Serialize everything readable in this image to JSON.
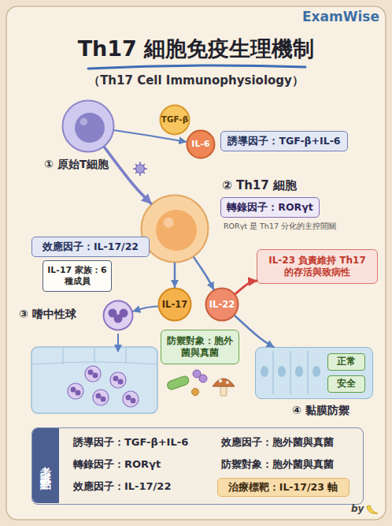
{
  "diagram": {
    "title": "Th17 細胞免疫生理機制",
    "nodes": [
      {
        "text": [
          "① 原始T細胞"
        ]
      },
      {
        "text": [
          "TGF-β"
        ]
      },
      {
        "text": [
          "IL-6"
        ]
      },
      {
        "text": [
          "誘導因子：TGF-β+IL-6"
        ]
      },
      {
        "text": [
          "② Th17 細胞"
        ]
      },
      {
        "text": [
          "轉錄因子：RORγt"
        ]
      },
      {
        "text": [
          "效應因子：IL-17/22"
        ]
      },
      {
        "text": [
          "IL-17 家族：6 種成員"
        ]
      },
      {
        "text": [
          "IL-17"
        ]
      },
      {
        "text": [
          "IL-22"
        ]
      },
      {
        "text": [
          "IL-23 負責維持 Th17 的存活與致病性"
        ]
      },
      {
        "text": [
          "③ 嗜中性球"
        ]
      },
      {
        "text": [
          "防禦對象：胞外菌與真菌"
        ]
      },
      {
        "text": [
          "④ 黏膜防禦"
        ]
      },
      {
        "text": [
          "正常"
        ],
        "in": 13
      },
      {
        "text": [
          "安全"
        ],
        "in": 13
      },
      {
        "text": [
          "考試重點",
          "誘導因子：TGF-β+IL-6",
          "轉錄因子：RORγt",
          "效應因子：IL-17/22",
          "效應因子：胞外菌與真菌",
          "防禦對象：胞外菌與真菌"
        ]
      },
      {
        "text": [
          "治療標靶：IL-17/23 軸"
        ],
        "in": 16
      }
    ],
    "edges": [
      {
        "from": 0,
        "to": 2,
        "arrow": "to"
      },
      {
        "from": 0,
        "to": 4,
        "arrow": "to"
      },
      {
        "from": 4,
        "to": 8,
        "arrow": "to"
      },
      {
        "from": 4,
        "to": 9,
        "arrow": "to"
      },
      {
        "from": 8,
        "to": 11,
        "arrow": "to"
      },
      {
        "from": 9,
        "to": 10,
        "arrow": "to"
      },
      {
        "from": 9,
        "to": 13,
        "arrow": "to"
      }
    ],
    "labels": [
      "ExamWise",
      "（Th17 Cell Immunophysiology）",
      "RORγt 是 Th17 分化的主控開關",
      "by"
    ]
  }
}
